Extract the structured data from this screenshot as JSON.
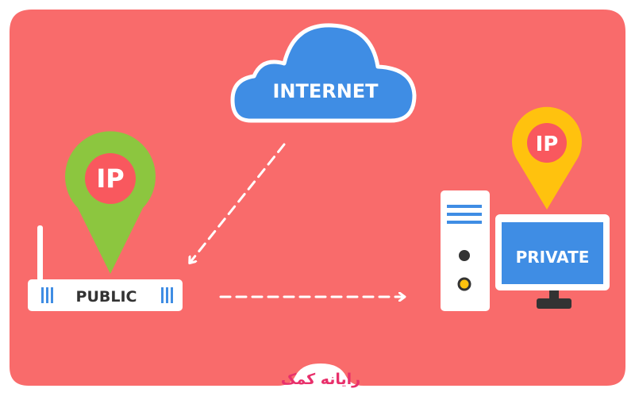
{
  "diagram": {
    "cloud_label": "INTERNET",
    "public_pin_label": "IP",
    "router_label": "PUBLIC",
    "private_pin_label": "IP",
    "monitor_label": "PRIVATE"
  },
  "brand": {
    "logo_text": "رایانه کمک"
  },
  "colors": {
    "background": "#F96B6B",
    "cloud": "#3F8DE4",
    "public_pin": "#8CC63F",
    "private_pin": "#FFC20E",
    "pin_inner": "#F9585E",
    "device": "#FFFFFF",
    "monitor_screen": "#3F8DE4",
    "brand": "#E8306B"
  }
}
